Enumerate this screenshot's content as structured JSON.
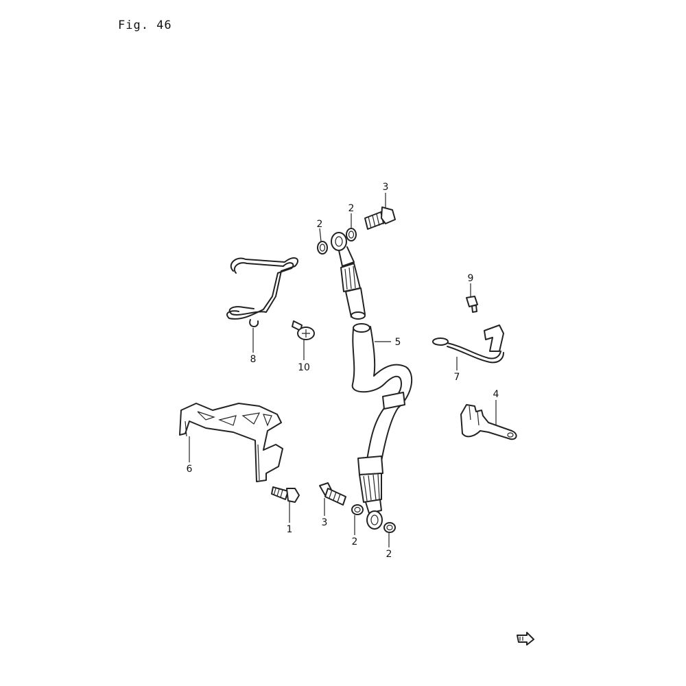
{
  "figure": {
    "title": "Fig. 46"
  },
  "callouts": [
    {
      "id": "c1",
      "label": "1"
    },
    {
      "id": "c2a",
      "label": "2"
    },
    {
      "id": "c2b",
      "label": "2"
    },
    {
      "id": "c2c",
      "label": "2"
    },
    {
      "id": "c2d",
      "label": "2"
    },
    {
      "id": "c3a",
      "label": "3"
    },
    {
      "id": "c3b",
      "label": "3"
    },
    {
      "id": "c4",
      "label": "4"
    },
    {
      "id": "c5",
      "label": "5"
    },
    {
      "id": "c6",
      "label": "6"
    },
    {
      "id": "c7",
      "label": "7"
    },
    {
      "id": "c8",
      "label": "8"
    },
    {
      "id": "c9",
      "label": "9"
    },
    {
      "id": "c10",
      "label": "10"
    }
  ],
  "icons": {
    "direction": "direction-arrow-icon"
  }
}
